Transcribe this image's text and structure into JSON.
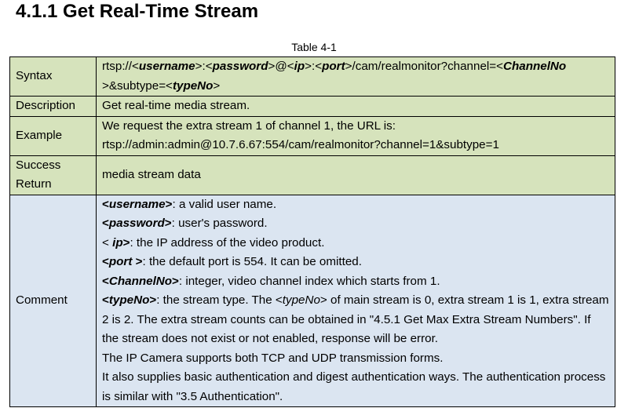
{
  "heading": "4.1.1 Get Real-Time Stream",
  "caption": "Table 4-1",
  "syntax": {
    "label": "Syntax",
    "t0": "rtsp://<",
    "p_username": "username",
    "t1": ">:<",
    "p_password": "password",
    "t2": ">@<",
    "p_ip": "ip",
    "t3": ">:<",
    "p_port": "port",
    "t4": ">/cam/realmonitor?channel=<",
    "p_channel": "ChannelNo",
    "t5": ">&subtype=<",
    "p_type": "typeNo",
    "t6": ">"
  },
  "description": {
    "label": "Description",
    "text": "Get real-time media stream."
  },
  "example": {
    "label": "Example",
    "line1": "We request the extra stream 1 of channel 1, the URL is:",
    "line2": "rtsp://admin:admin@10.7.6.67:554/cam/realmonitor?channel=1&subtype=1"
  },
  "success_return": {
    "label_line1": "Success",
    "label_line2": "Return",
    "text": "media stream data"
  },
  "comment": {
    "label": "Comment",
    "username_lt": "<",
    "username_name": "username",
    "username_gt": ">",
    "username_text": ": a valid user name.",
    "password_lt": "<",
    "password_name": "password",
    "password_gt": ">",
    "password_text": ": user's password.",
    "ip_lt": "< ",
    "ip_name": "ip",
    "ip_gt": ">",
    "ip_text": ": the IP address of the video product.",
    "port_lt": "<",
    "port_name": "port",
    "port_gt": " >",
    "port_text": ": the default port is 554. It can be omitted.",
    "channel_lt": "<",
    "channel_name": "ChannelNo",
    "channel_gt": ">",
    "channel_text": ": integer, video channel index which starts from 1.",
    "type_lt": "<",
    "type_name": "typeNo",
    "type_gt": ">",
    "type_text1": ": the stream type. The <",
    "type_ref": "typeNo",
    "type_text2": "> of main stream is 0, extra stream 1 is 1, extra stream 2 is 2. The extra stream counts can be obtained in \"4.5.1 Get Max Extra Stream Numbers\". If the stream does not exist or not enabled, response will be error.",
    "transport": "The IP Camera supports both TCP and UDP transmission forms.",
    "auth": "It also supplies basic authentication and digest authentication ways. The authentication process is similar with \"3.5 Authentication\"."
  },
  "colors": {
    "green_row": "#d6e3bc",
    "blue_row": "#dbe5f1"
  }
}
